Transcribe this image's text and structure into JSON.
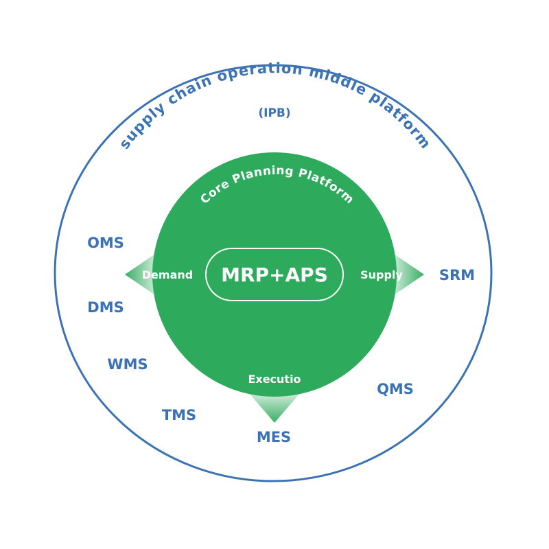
{
  "colors": {
    "outer_ring": "#3a72b4",
    "system_label": "#3a72b4",
    "core_fill": "#2eaa5c",
    "arrow_fill": "#2eaa5c",
    "white": "#ffffff"
  },
  "outer": {
    "title": "supply chain operation middle platform",
    "subtitle": "(IPB)"
  },
  "core": {
    "title": "Core Planning Platform",
    "center_label": "MRP+APS",
    "demand_label": "Demand",
    "supply_label": "Supply",
    "execution_label": "Executio"
  },
  "systems": {
    "oms": "OMS",
    "dms": "DMS",
    "wms": "WMS",
    "tms": "TMS",
    "mes": "MES",
    "qms": "QMS",
    "srm": "SRM"
  }
}
